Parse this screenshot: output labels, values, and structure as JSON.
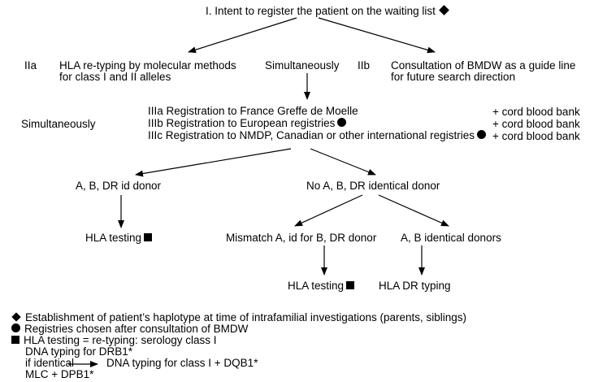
{
  "nodes": {
    "intent": "I. Intent to register the patient on the waiting list",
    "iia_tag": "IIa",
    "iia_line1": "HLA re-typing by molecular methods",
    "iia_line2": "for class I and II alleles",
    "simultaneously_top": "Simultaneously",
    "iib_tag": "IIb",
    "iib_line1": "Consultation of BMDW as a guide line",
    "iib_line2": "for future search direction",
    "simultaneously_mid": "Simultaneously",
    "iiia": "IIIa Registration to France Greffe de Moelle",
    "iiib": "IIIb Registration to European registries",
    "iiic": "IIIc Registration to NMDP, Canadian or other international registries",
    "cord1": "+ cord blood bank",
    "cord2": "+ cord blood bank",
    "cord3": "+ cord blood bank",
    "abdr_id": "A, B, DR id donor",
    "no_abdr": "No A, B, DR identical donor",
    "hla_testing_left": "HLA testing",
    "mismatch": "Mismatch A, id for B, DR donor",
    "ab_identical": "A, B identical donors",
    "hla_testing_mid": "HLA testing",
    "hla_dr_typing": "HLA DR typing"
  },
  "legend": {
    "diamond_text": "Establishment of patient’s haplotype at time of intrafamilial investigations (parents, siblings)",
    "circle_text": "Registries chosen after consultation of BMDW",
    "square_line1": "HLA testing = re-typing: serology class I",
    "square_line2": "DNA typing for DRB1*",
    "square_line3a": "if identical",
    "square_line3b": "DNA typing for class I + DQB1*",
    "square_line4": "MLC + DPB1*"
  },
  "symbols": {
    "diamond": "diamond-icon",
    "circle": "circle-icon",
    "square": "square-icon",
    "color": "#000000"
  }
}
